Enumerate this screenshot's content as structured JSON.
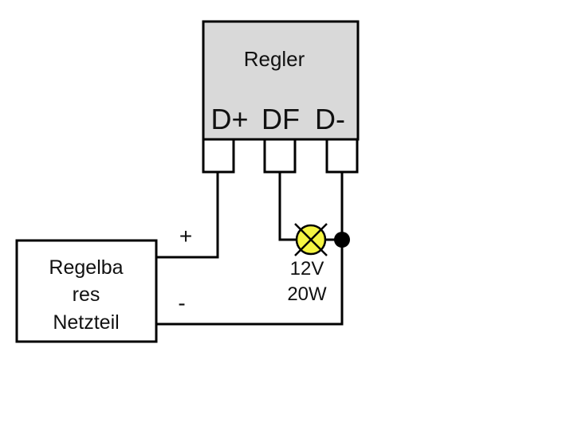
{
  "diagram": {
    "regulator": {
      "label": "Regler",
      "fill": "#d9d9d9",
      "terminals": [
        "D+",
        "DF",
        "D-"
      ]
    },
    "power_supply": {
      "label_lines": [
        "Regelba",
        "res",
        "Netzteil"
      ]
    },
    "polarity": {
      "plus": "+",
      "minus": "-"
    },
    "lamp": {
      "fill": "#f5f542",
      "rating_lines": [
        "12V",
        "20W"
      ]
    }
  }
}
